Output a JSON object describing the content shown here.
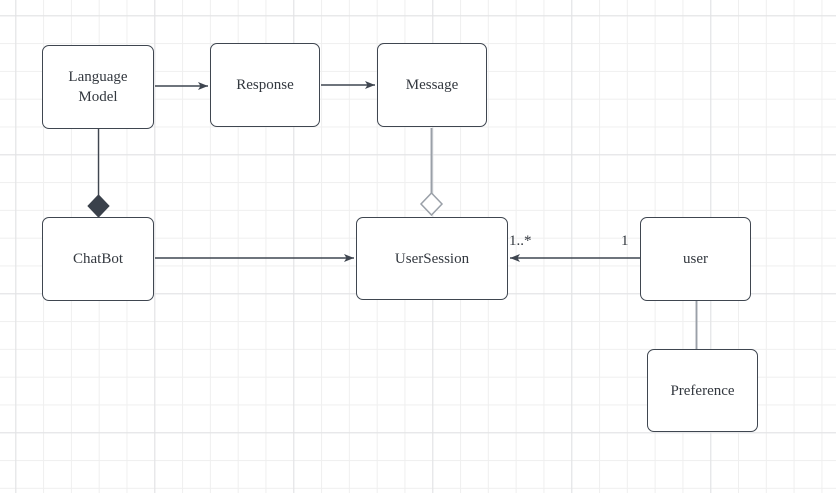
{
  "canvas": {
    "background": "#ffffff",
    "grid_minor_color": "#efefef",
    "grid_major_color": "#e1e2e4"
  },
  "colors": {
    "node_border": "#3f4650",
    "node_fill": "#ffffff",
    "edge_dark": "#3f4650",
    "edge_gray": "#9aa0a8",
    "text": "#33383f"
  },
  "nodes": [
    {
      "id": "language-model",
      "label": "Language\nModel"
    },
    {
      "id": "response",
      "label": "Response"
    },
    {
      "id": "message",
      "label": "Message"
    },
    {
      "id": "chatbot",
      "label": "ChatBot"
    },
    {
      "id": "user-session",
      "label": "UserSession"
    },
    {
      "id": "user",
      "label": "user"
    },
    {
      "id": "preference",
      "label": "Preference"
    }
  ],
  "edges": [
    {
      "id": "language-model-to-response",
      "from": "language-model",
      "to": "response",
      "type": "directed-arrow"
    },
    {
      "id": "response-to-message",
      "from": "response",
      "to": "message",
      "type": "directed-arrow"
    },
    {
      "id": "language-model-chatbot",
      "from": "language-model",
      "to": "chatbot",
      "type": "composition-filled-diamond"
    },
    {
      "id": "message-usersession",
      "from": "message",
      "to": "user-session",
      "type": "aggregation-hollow-diamond"
    },
    {
      "id": "chatbot-to-usersession",
      "from": "chatbot",
      "to": "user-session",
      "type": "directed-arrow"
    },
    {
      "id": "user-to-usersession",
      "from": "user",
      "to": "user-session",
      "type": "directed-arrow",
      "multiplicity_target": "1..*",
      "multiplicity_source": "1"
    },
    {
      "id": "user-preference",
      "from": "user",
      "to": "preference",
      "type": "plain-line"
    }
  ]
}
